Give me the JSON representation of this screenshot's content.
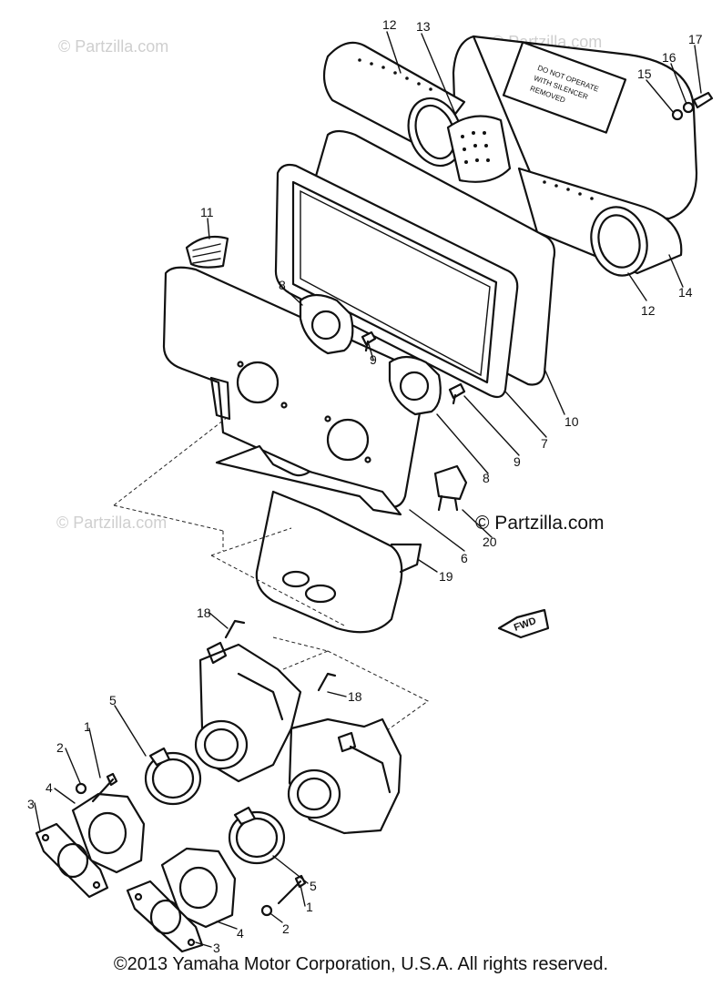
{
  "watermarks": {
    "top_left": "© Partzilla.com",
    "top_right": "© Partzilla.com",
    "mid_left": "© Partzilla.com",
    "mid_right": "© Partzilla.com"
  },
  "copyright": "©2013 Yamaha Motor Corporation, U.S.A. All rights reserved.",
  "fwd_label": "FWD",
  "callouts": {
    "c12a": "12",
    "c13": "13",
    "c17": "17",
    "c16": "16",
    "c15": "15",
    "c11": "11",
    "c12b": "12",
    "c14": "14",
    "c8a": "8",
    "c9a": "9",
    "c10": "10",
    "c7": "7",
    "c9b": "9",
    "c8b": "8",
    "c20": "20",
    "c6": "6",
    "c19": "19",
    "c18a": "18",
    "c18b": "18",
    "c5a": "5",
    "c1a": "1",
    "c2a": "2",
    "c4a": "4",
    "c3a": "3",
    "c5b": "5",
    "c1b": "1",
    "c2b": "2",
    "c4b": "4",
    "c3b": "3"
  }
}
